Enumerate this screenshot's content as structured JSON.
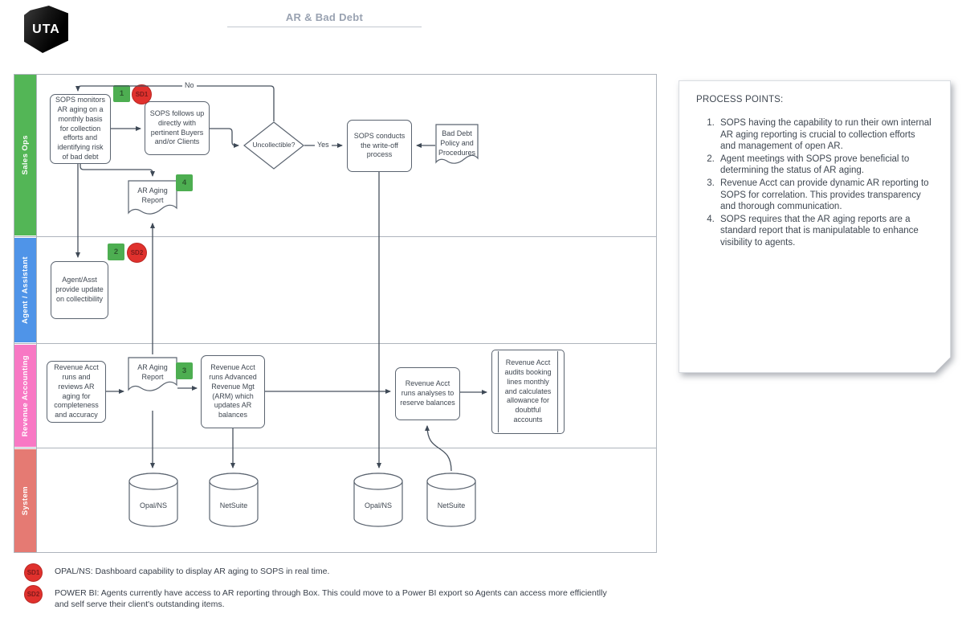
{
  "header": {
    "logo_text": "UTA",
    "title": "AR & Bad Debt"
  },
  "lanes": [
    {
      "label": "Sales Ops",
      "color": "#53B656"
    },
    {
      "label": "Agent / Assistant",
      "color": "#4F94E8"
    },
    {
      "label": "Revenue Accounting",
      "color": "#F878C4"
    },
    {
      "label": "System",
      "color": "#E57A73"
    }
  ],
  "nodes": {
    "sops_monitors": "SOPS monitors AR aging on a monthly basis for collection efforts and identifying risk of bad debt",
    "sops_follows_up": "SOPS follows up directly with pertinent Buyers and/or Clients",
    "uncollectible": "Uncollectible?",
    "write_off": "SOPS conducts the write-off process",
    "bad_debt_policy": "Bad Debt Policy and Procedures",
    "ar_aging_report_sales": "AR Aging Report",
    "agent_update": "Agent/Asst provide update on collectibility",
    "rev_runs_reviews": "Revenue Acct runs and reviews AR aging for completeness and accuracy",
    "ar_aging_report_rev": "AR Aging Report",
    "rev_arm": "Revenue Acct runs Advanced Revenue Mgt (ARM) which updates AR balances",
    "rev_analyses": "Revenue Acct runs analyses to reserve balances",
    "rev_audits": "Revenue Acct audits booking lines monthly and calculates allowance for doubtful accounts",
    "db_opal_1": "Opal/NS",
    "db_netsuite_1": "NetSuite",
    "db_opal_2": "Opal/NS",
    "db_netsuite_2": "NetSuite"
  },
  "edge_labels": {
    "yes": "Yes",
    "no": "No"
  },
  "badges": {
    "b1": "1",
    "b2": "2",
    "b3": "3",
    "b4": "4",
    "sd1": "SD1",
    "sd2": "SD2"
  },
  "process_points": {
    "heading": "PROCESS POINTS:",
    "items": [
      "SOPS having the capability to run their own internal AR aging reporting is crucial to collection efforts and management of open AR.",
      "Agent meetings with SOPS prove beneficial to determining the status of AR aging.",
      "Revenue Acct can provide dynamic AR reporting to SOPS for correlation. This provides transparency and thorough communication.",
      "SOPS requires that the AR aging reports are a standard report that is manipulatable to enhance visibility to agents."
    ]
  },
  "footnotes": [
    {
      "marker": "SD1",
      "text": "OPAL/NS: Dashboard capability to display AR aging to SOPS in real time."
    },
    {
      "marker": "SD2",
      "text": "POWER BI: Agents currently have access to AR reporting through Box. This could move to a Power BI export so Agents can access more efficientlly and self serve their client's outstanding items."
    }
  ],
  "colors": {
    "line": "#47515E",
    "badge_green": "#4DAE51",
    "marker_red": "#E0312D"
  }
}
